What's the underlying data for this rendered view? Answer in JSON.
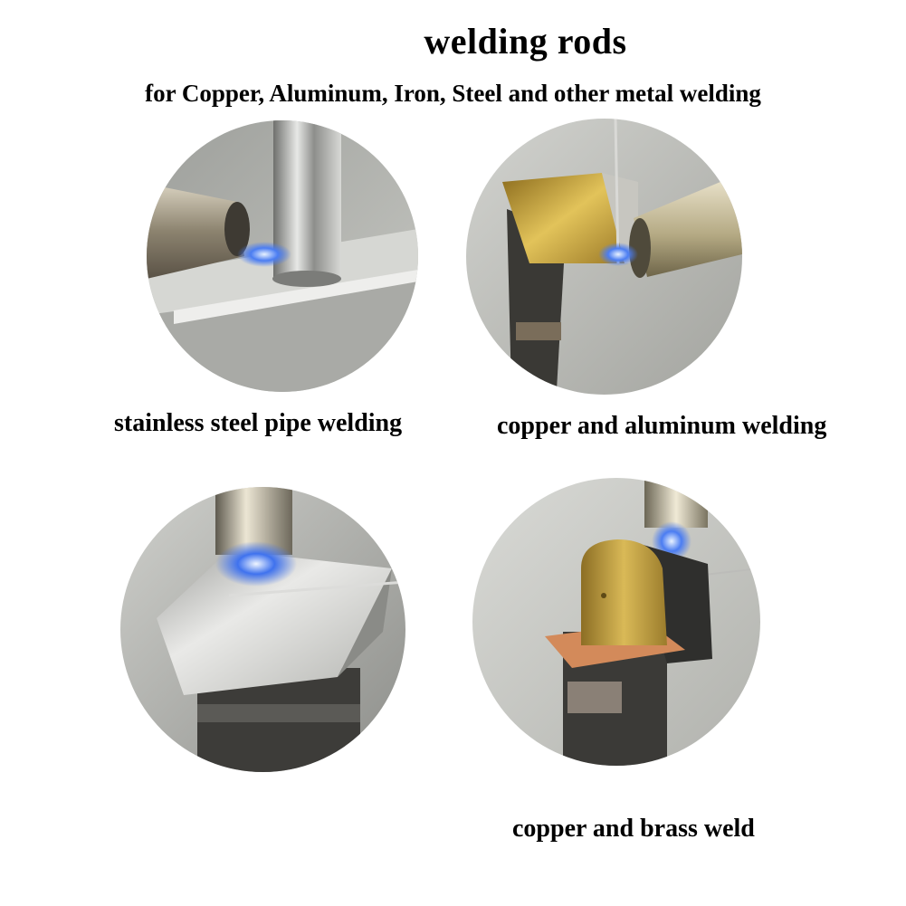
{
  "header": {
    "title": "welding rods",
    "subtitle": "for Copper, Aluminum, Iron, Steel and other metal welding"
  },
  "panels": [
    {
      "caption": "stainless steel pipe welding",
      "image": "stainless-steel-pipe-welding-photo"
    },
    {
      "caption": "copper and aluminum welding",
      "image": "copper-aluminum-welding-photo"
    },
    {
      "caption": "",
      "image": "sheet-welding-photo"
    },
    {
      "caption": "copper and brass weld",
      "image": "copper-brass-weld-photo"
    }
  ],
  "colors": {
    "background": "#ffffff",
    "flame": "#3b6cf0",
    "brass": "#c9a53c",
    "copper": "#d38a5a",
    "steel": "#b8b9b5"
  }
}
